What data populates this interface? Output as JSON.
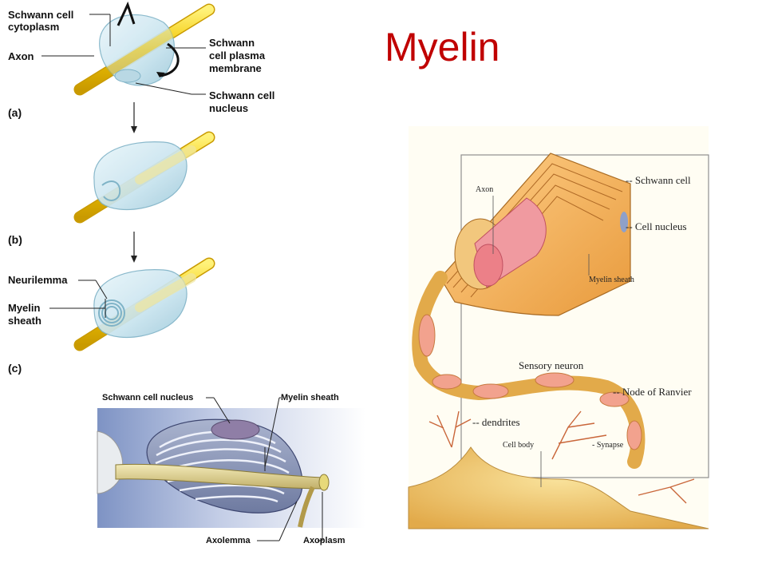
{
  "slide": {
    "title": "Myelin"
  },
  "figure_a": {
    "labels": {
      "cytoplasm_line1": "Schwann cell",
      "cytoplasm_line2": "cytoplasm",
      "axon": "Axon",
      "plasma_line1": "Schwann",
      "plasma_line2": "cell plasma",
      "plasma_line3": "membrane",
      "nucleus_line1": "Schwann cell",
      "nucleus_line2": "nucleus"
    },
    "panel_a": "(a)",
    "panel_b": "(b)",
    "panel_c": "(c)",
    "neurilemma": "Neurilemma",
    "myelin_line1": "Myelin",
    "myelin_line2": "sheath"
  },
  "figure_cross": {
    "schwann_nucleus": "Schwann cell nucleus",
    "myelin_sheath": "Myelin sheath",
    "axolemma": "Axolemma",
    "axoplasm": "Axoplasm"
  },
  "figure_neuron": {
    "axon": "Axon",
    "schwann_cell": "Schwann cell",
    "cell_nucleus": "Cell nucleus",
    "myelin_sheath": "Myelin sheath",
    "sensory_neuron": "Sensory neuron",
    "node_of_ranvier": "Node of Ranvier",
    "dendrites": "dendrites",
    "cell_body": "Cell body",
    "synapse": "Synapse"
  }
}
